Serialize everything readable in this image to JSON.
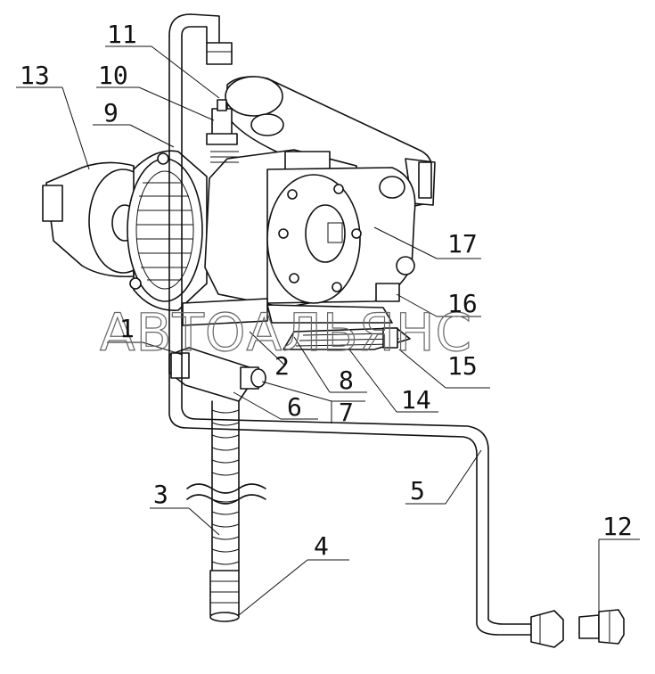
{
  "watermark": "АВТОАЛЬЯНС",
  "callouts": [
    {
      "id": "11",
      "text": "11"
    },
    {
      "id": "10",
      "text": "10"
    },
    {
      "id": "13",
      "text": "13"
    },
    {
      "id": "9",
      "text": "9"
    },
    {
      "id": "17",
      "text": "17"
    },
    {
      "id": "16",
      "text": "16"
    },
    {
      "id": "1",
      "text": "1"
    },
    {
      "id": "15",
      "text": "15"
    },
    {
      "id": "2",
      "text": "2"
    },
    {
      "id": "8",
      "text": "8"
    },
    {
      "id": "14",
      "text": "14"
    },
    {
      "id": "6",
      "text": "6"
    },
    {
      "id": "7",
      "text": "7"
    },
    {
      "id": "5",
      "text": "5"
    },
    {
      "id": "3",
      "text": "3"
    },
    {
      "id": "12",
      "text": "12"
    },
    {
      "id": "4",
      "text": "4"
    }
  ]
}
